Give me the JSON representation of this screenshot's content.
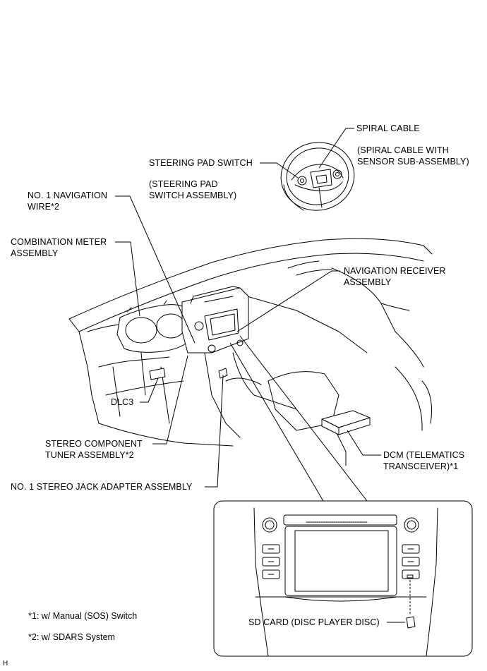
{
  "labels": {
    "spiral_cable": "SPIRAL CABLE",
    "spiral_cable_sub": "(SPIRAL CABLE WITH\nSENSOR SUB-ASSEMBLY)",
    "steering_pad_switch": "STEERING PAD SWITCH",
    "steering_pad_switch_sub": "(STEERING PAD\nSWITCH ASSEMBLY)",
    "nav_wire": "NO. 1 NAVIGATION\nWIRE*2",
    "combination_meter": "COMBINATION METER\nASSEMBLY",
    "nav_receiver": "NAVIGATION RECEIVER\nASSEMBLY",
    "dlc3": "DLC3",
    "stereo_tuner": "STEREO COMPONENT\nTUNER ASSEMBLY*2",
    "dcm": "DCM (TELEMATICS\nTRANSCEIVER)*1",
    "stereo_jack": "NO. 1 STEREO JACK ADAPTER ASSEMBLY",
    "sd_card": "SD CARD (DISC PLAYER DISC)"
  },
  "footnotes": {
    "note1": "*1: w/ Manual (SOS) Switch",
    "note2": "*2: w/ SDARS System"
  },
  "corner_mark": "H"
}
